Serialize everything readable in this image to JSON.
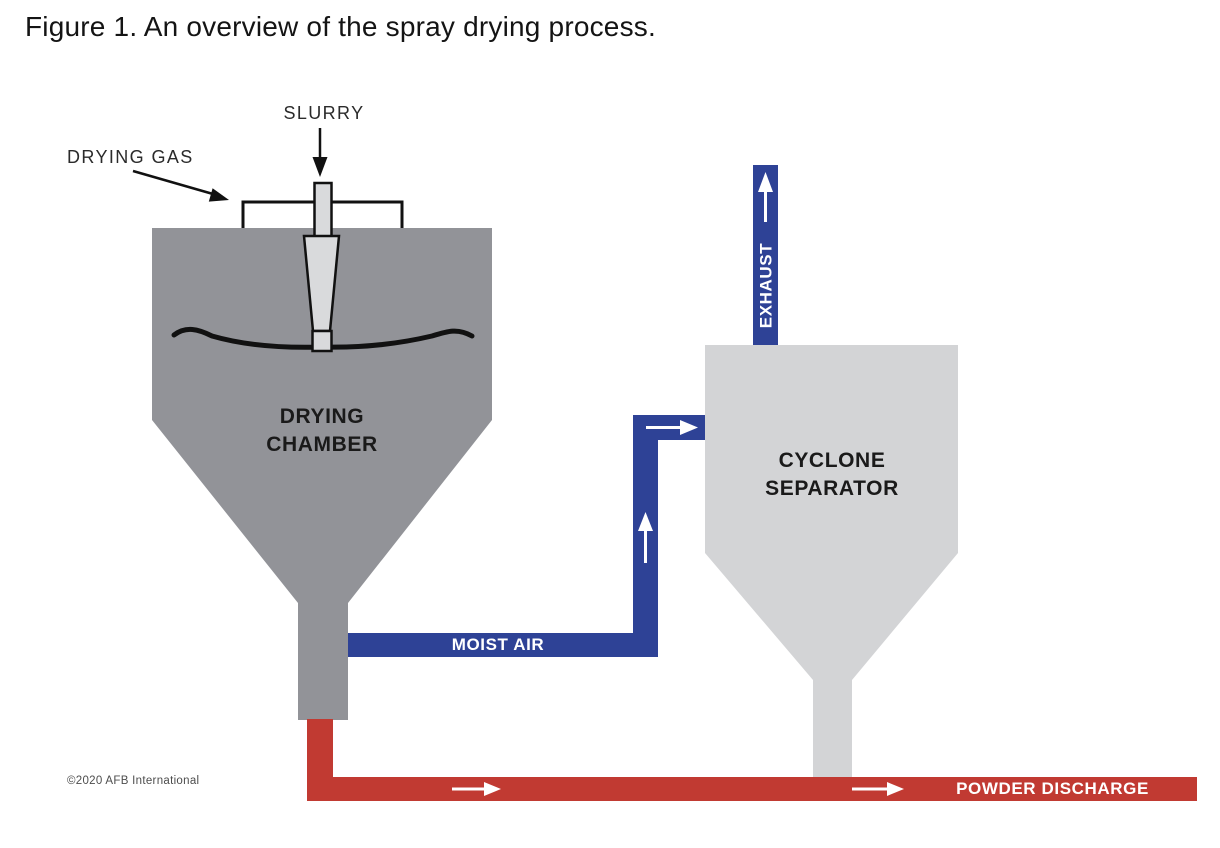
{
  "figure": {
    "title": "Figure 1. An overview of the spray drying process.",
    "copyright": "©2020 AFB International"
  },
  "labels": {
    "slurry": "SLURRY",
    "drying_gas": "DRYING GAS",
    "drying_chamber_line1": "DRYING",
    "drying_chamber_line2": "CHAMBER",
    "moist_air": "MOIST AIR",
    "cyclone_line1": "CYCLONE",
    "cyclone_line2": "SEPARATOR",
    "exhaust": "EXHAUST",
    "powder_discharge": "POWDER DISCHARGE"
  },
  "colors": {
    "chamber_gray": "#929398",
    "cyclone_gray": "#d3d4d6",
    "nozzle_gray": "#d9dadc",
    "pipe_blue": "#2e4296",
    "pipe_red": "#c13a32",
    "line_black": "#111111",
    "arrow_white": "#ffffff"
  }
}
